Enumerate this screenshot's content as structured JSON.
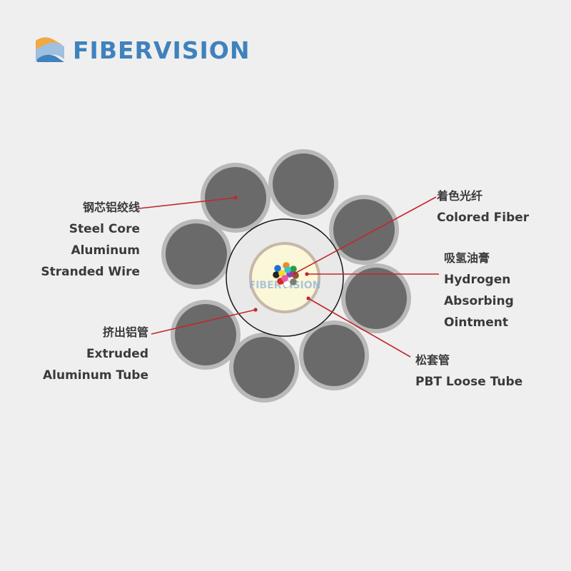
{
  "brand": {
    "name": "FIBERVISION",
    "watermark": "FIBERVISION",
    "colors": {
      "blue": "#3f82bd",
      "orange": "#f0a943"
    }
  },
  "labels": {
    "steel_core": [
      "钢芯铝绞线",
      "Steel Core",
      "Aluminum",
      "Stranded Wire"
    ],
    "extruded_tube": [
      "挤出铝管",
      "Extruded",
      "Aluminum Tube"
    ],
    "colored_fiber": [
      "着色光纤",
      "Colored Fiber"
    ],
    "ointment": [
      "吸氢油膏",
      "Hydrogen",
      "Absorbing",
      "Ointment"
    ],
    "pbt_tube": [
      "松套管",
      "PBT Loose Tube"
    ]
  },
  "colors": {
    "background": "#efefef",
    "wire_core": "#6a6a6a",
    "wire_ring": "#b9b9b9",
    "tube_fill": "#e9e9e9",
    "ointment": "#fbf7d9",
    "pbt": "#c7b7a9",
    "leader": "#c2272d",
    "fiber_colors": [
      "#1f6fd8",
      "#f08a24",
      "#2e9b43",
      "#8b5a2b",
      "#7c7c7c",
      "#ffffff",
      "#d82626",
      "#222222",
      "#f3dd2a",
      "#8e3fb5",
      "#e85aa8",
      "#35c6c6"
    ]
  }
}
